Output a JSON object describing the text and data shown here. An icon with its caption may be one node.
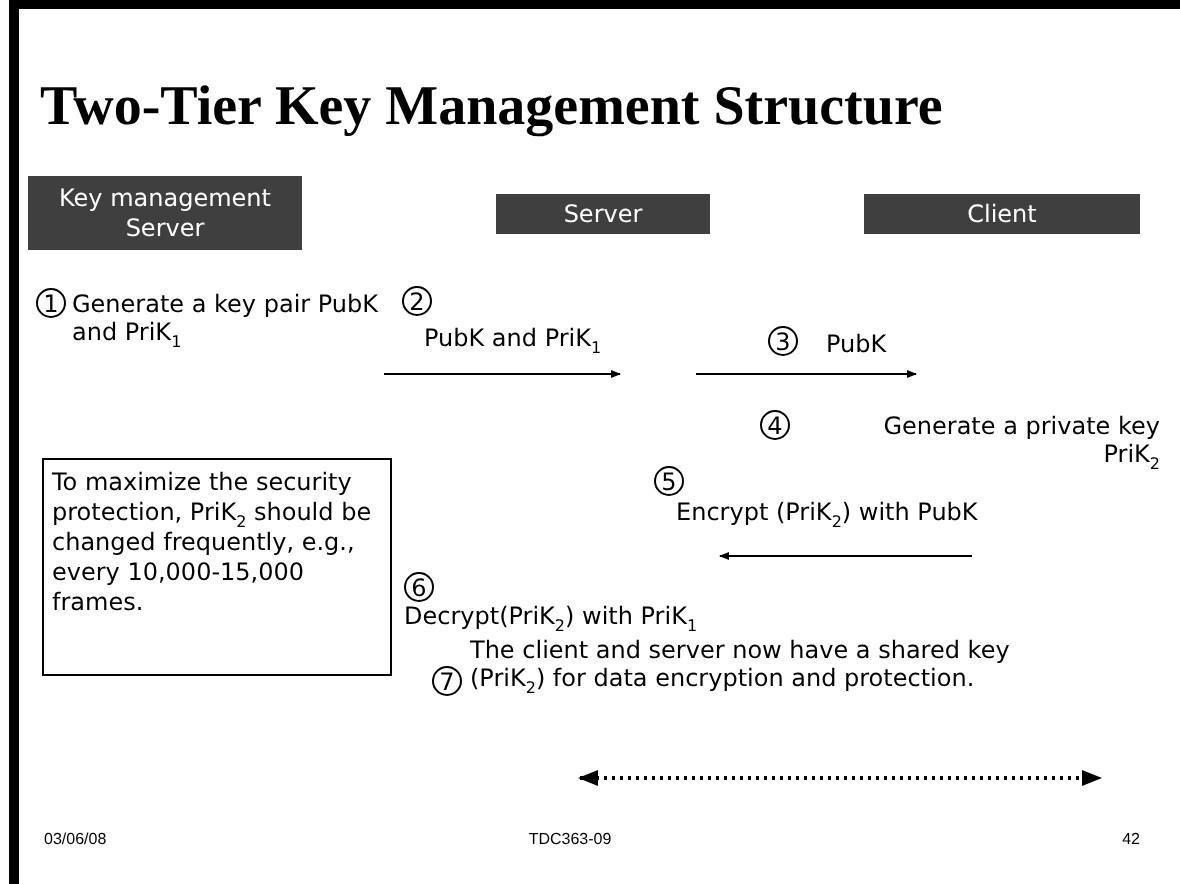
{
  "diagram": {
    "title": "Two-Tier Key Management Structure",
    "nodes": [
      {
        "text": [
          "Key management Server"
        ]
      },
      {
        "text": [
          "Server"
        ]
      },
      {
        "text": [
          "Client"
        ]
      },
      {
        "text": [
          "To maximize the security protection, PriK$_{2}$ should be changed frequently, e.g., every 10,000-15,000 frames."
        ]
      }
    ],
    "labels": [
      "1",
      "Generate a key pair PubK and PriK$_{1}$",
      "2",
      "PubK and PriK$_{1}$",
      "3",
      "PubK",
      "4",
      "Generate a private key PriK$_{2}$",
      "5",
      "Encrypt (PriK$_{2}$) with PubK",
      "6",
      "Decrypt(PriK$_{2}$) with PriK$_{1}$",
      "7",
      "The client and server now have a shared key (PriK$_{2}$) for data encryption and protection.",
      "03/06/08",
      "TDC363-09",
      "42"
    ]
  }
}
